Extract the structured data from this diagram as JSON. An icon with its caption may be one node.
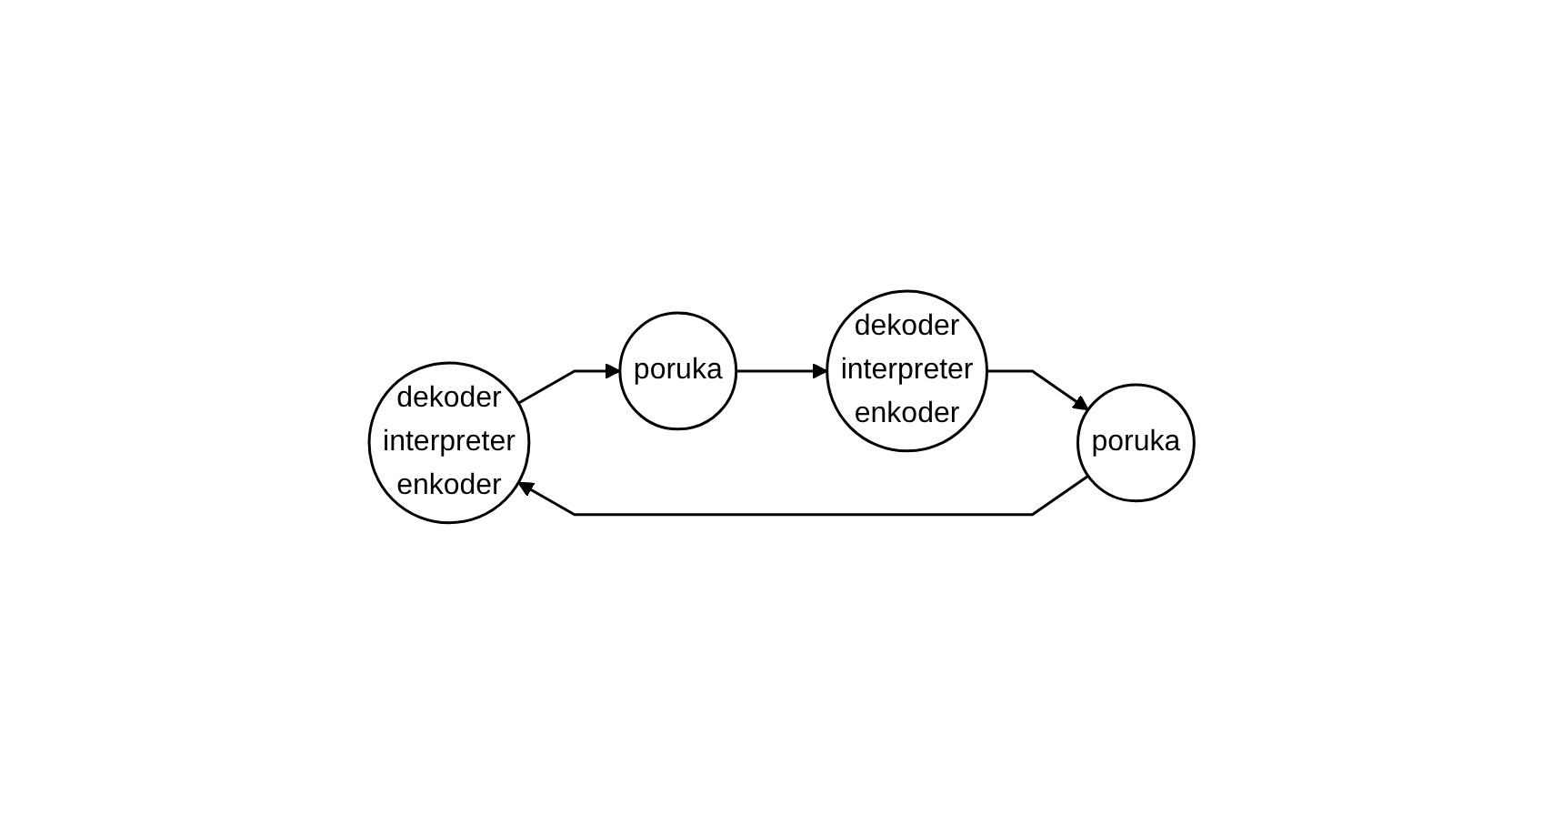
{
  "diagram": {
    "nodes": [
      {
        "text": [
          "dekoder",
          "interpreter",
          "enkoder"
        ]
      },
      {
        "text": [
          "poruka"
        ]
      },
      {
        "text": [
          "dekoder",
          "interpreter",
          "enkoder"
        ]
      },
      {
        "text": [
          "poruka"
        ]
      }
    ],
    "edges": [
      {
        "from": 0,
        "to": 1,
        "arrow": "to"
      },
      {
        "from": 1,
        "to": 2,
        "arrow": "to"
      },
      {
        "from": 2,
        "to": 3,
        "arrow": "to"
      },
      {
        "from": 3,
        "to": 0,
        "arrow": "to"
      }
    ]
  }
}
